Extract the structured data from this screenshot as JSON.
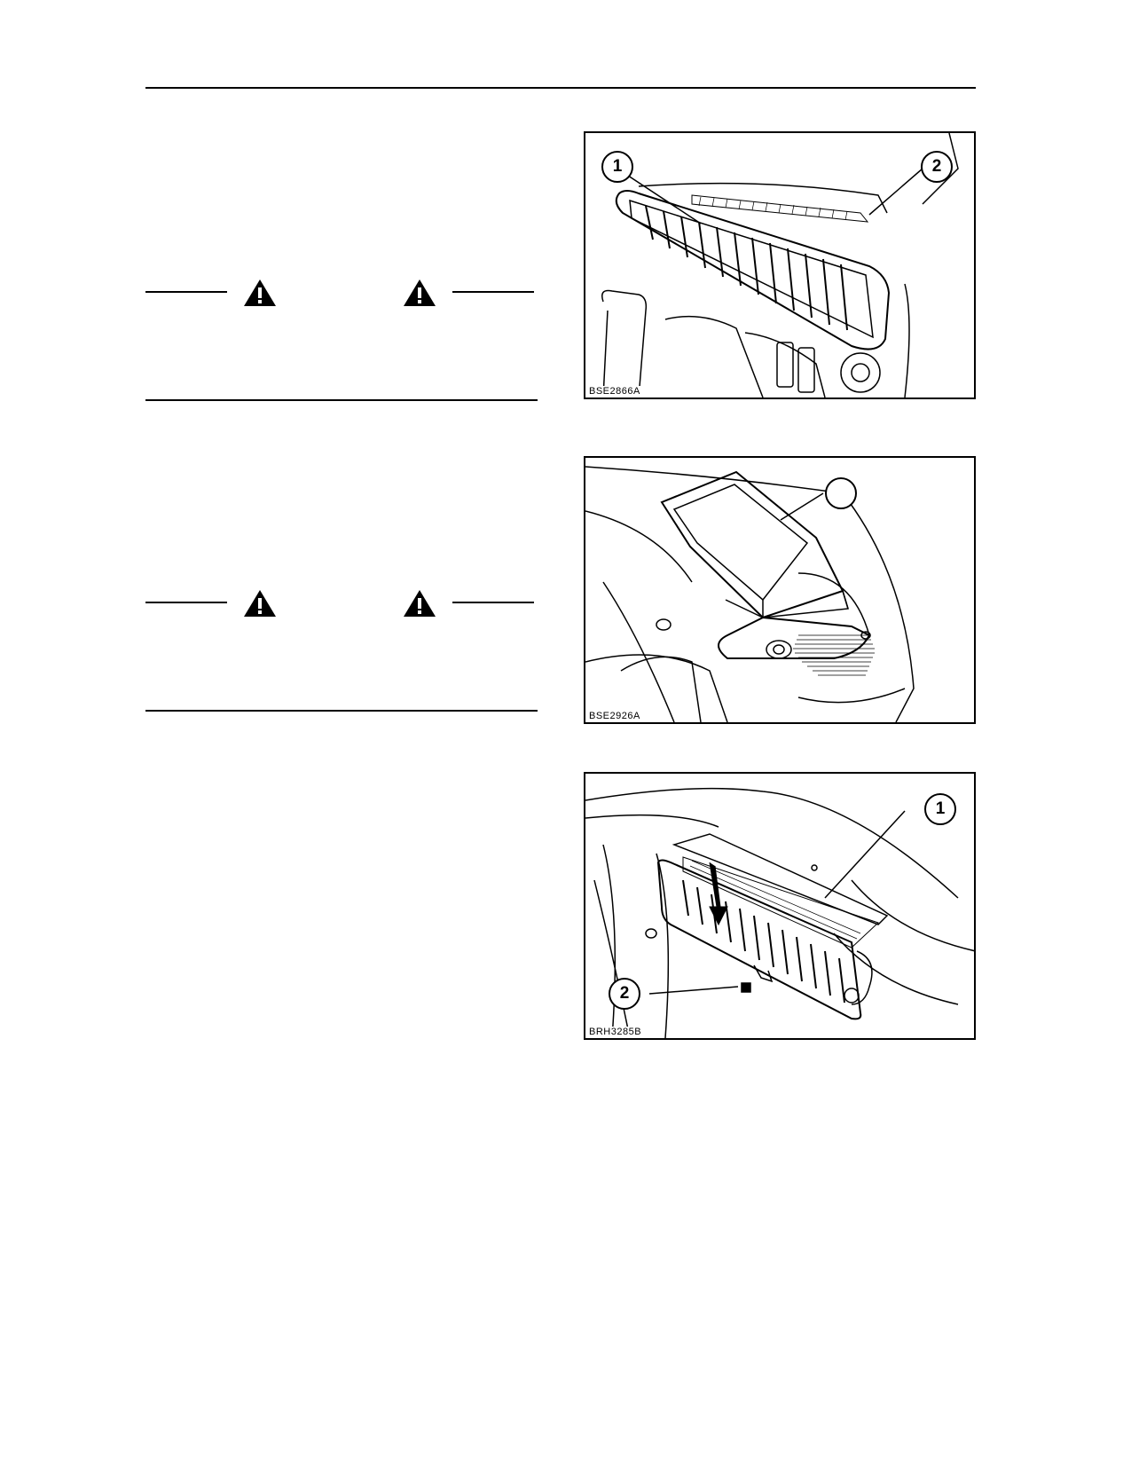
{
  "figures": [
    {
      "code": "BSE2866A",
      "callouts": [
        "1",
        "2"
      ]
    },
    {
      "code": "BSE2926A",
      "callouts": [
        ""
      ]
    },
    {
      "code": "BRH3285B",
      "callouts": [
        "1",
        "2"
      ]
    }
  ],
  "warning_icon": "warning-triangle-icon"
}
